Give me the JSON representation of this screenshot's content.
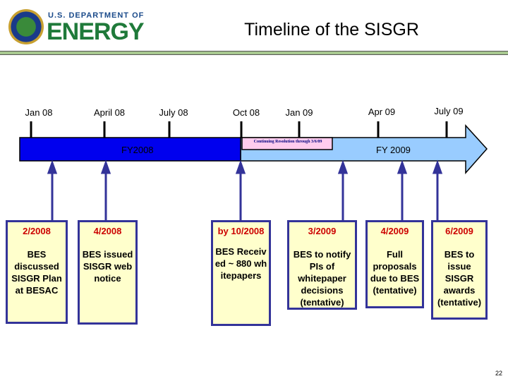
{
  "header": {
    "org_small": "U.S. DEPARTMENT OF",
    "org_large": "ENERGY",
    "title": "Timeline of the SISGR"
  },
  "timeline": {
    "months": [
      "Jan 08",
      "April 08",
      "July 08",
      "Oct 08",
      "Jan 09",
      "Apr 09",
      "July 09"
    ],
    "fy2008": "FY2008",
    "fy2009": "FY 2009",
    "cr_note": "Continuing Resolution through 3/6/09",
    "colors": {
      "fy2008": "#0000ee",
      "fy2009": "#99ccff",
      "cr": "#ffccee",
      "box": "#ffffcc",
      "border": "#333399",
      "date": "#cc0000"
    }
  },
  "events": [
    {
      "date": "2/2008",
      "text": "BES discussed SISGR Plan at BESAC"
    },
    {
      "date": "4/2008",
      "text": "BES issued SISGR web notice"
    },
    {
      "date": "by 10/2008",
      "text": "BES Received ~ 880 whitepapers"
    },
    {
      "date": "3/2009",
      "text": "BES to notify PIs of whitepaper decisions (tentative)"
    },
    {
      "date": "4/2009",
      "text": "Full proposals due to BES (tentative)"
    },
    {
      "date": "6/2009",
      "text": "BES to issue SISGR awards (tentative)"
    }
  ],
  "page_number": "22"
}
